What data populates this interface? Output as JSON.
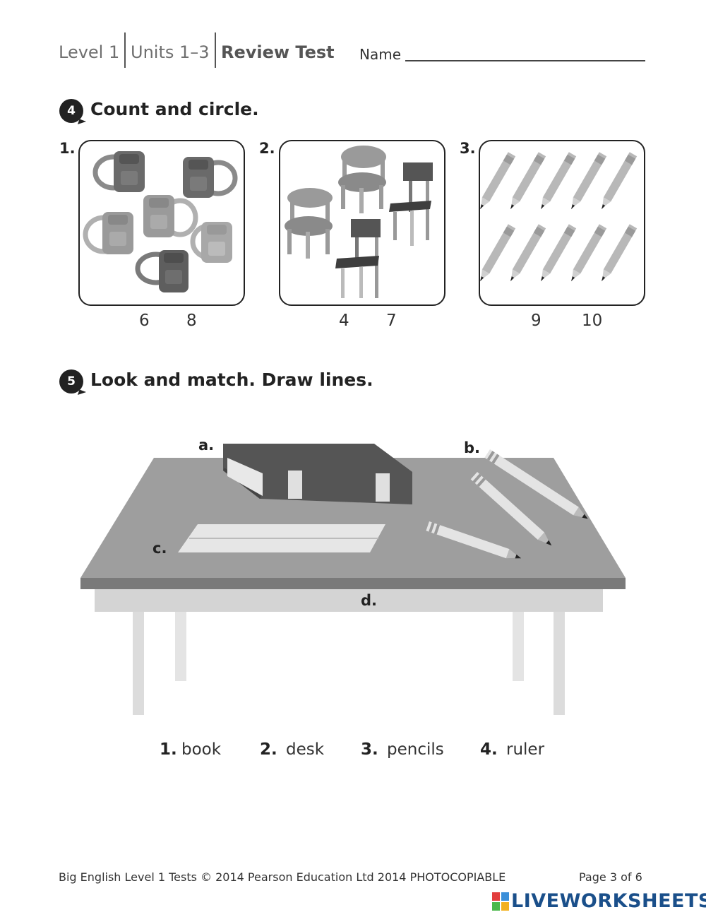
{
  "header": {
    "level": "Level 1",
    "units": "Units 1–3",
    "test": "Review Test",
    "name_label": "Name"
  },
  "section4": {
    "number": "4",
    "title": "Count and circle.",
    "items": [
      {
        "num": "1.",
        "options": [
          "6",
          "8"
        ],
        "picture": "backpacks"
      },
      {
        "num": "2.",
        "options": [
          "4",
          "7"
        ],
        "picture": "chairs"
      },
      {
        "num": "3.",
        "options": [
          "9",
          "10"
        ],
        "picture": "pencils"
      }
    ]
  },
  "section5": {
    "number": "5",
    "title": "Look and match. Draw lines.",
    "labels": {
      "a": "a.",
      "b": "b.",
      "c": "c.",
      "d": "d."
    },
    "words": [
      {
        "num": "1.",
        "word": "book"
      },
      {
        "num": "2.",
        "word": "desk"
      },
      {
        "num": "3.",
        "word": "pencils"
      },
      {
        "num": "4.",
        "word": "ruler"
      }
    ]
  },
  "footer": {
    "copyright": "Big English Level 1 Tests © 2014 Pearson Education Ltd 2014 PHOTOCOPIABLE",
    "page": "Page 3 of 6"
  },
  "watermark": {
    "brand": "LIVEWORKSHEETS"
  }
}
